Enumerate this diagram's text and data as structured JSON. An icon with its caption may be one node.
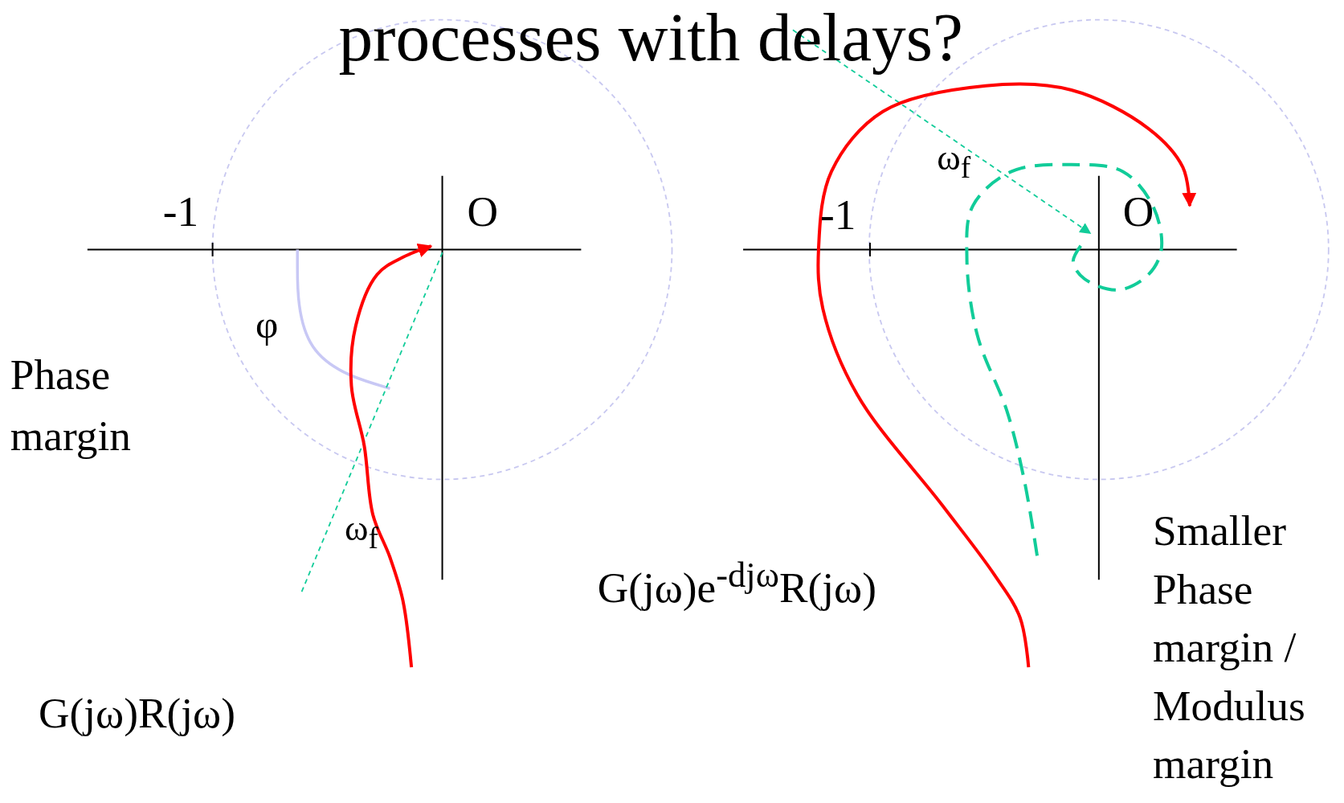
{
  "diagram": {
    "title": "processes with delays?",
    "labels": [
      "-1",
      "O",
      "φ",
      "Phase margin",
      "ω$_{f}$",
      "G(jω)R(jω)",
      "-1",
      "O",
      "ω$_{f}$",
      "G(jω)e$^{-djω}$R(jω)",
      "Smaller Phase margin / Modulus margin"
    ]
  }
}
